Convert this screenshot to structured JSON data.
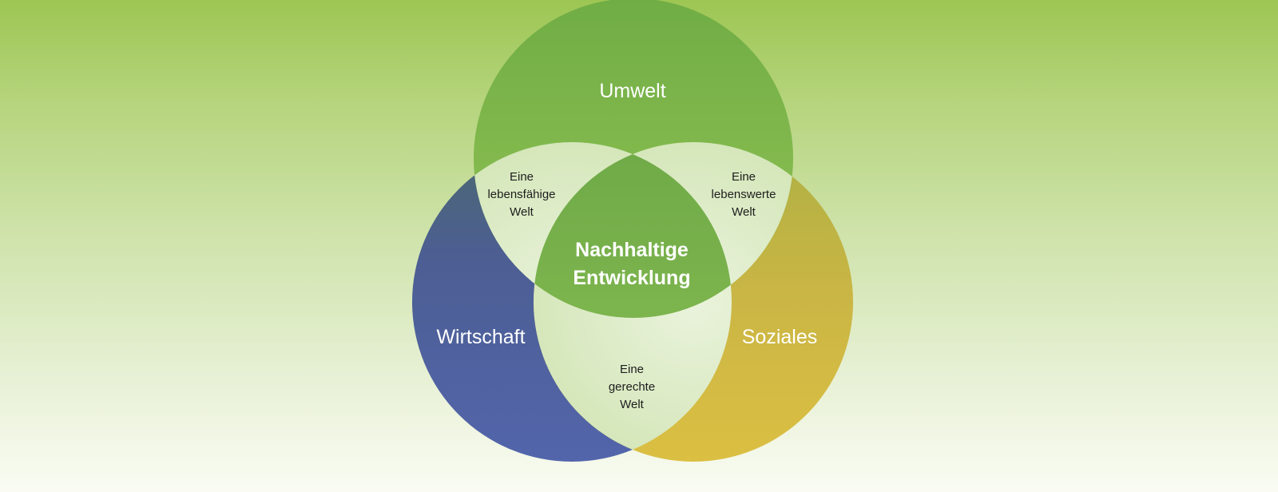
{
  "colors": {
    "umwelt": "#82b84a",
    "wirtschaft": "#4f5da8",
    "soziales": "#d8bd45",
    "overlap_pair": "#d6e8ba",
    "center": "#7ab650"
  },
  "circles": {
    "umwelt": "Umwelt",
    "wirtschaft": "Wirtschaft",
    "soziales": "Soziales"
  },
  "center": {
    "line1": "Nachhaltige",
    "line2": "Entwicklung"
  },
  "overlaps": {
    "umwelt_wirtschaft": [
      "Eine",
      "lebensfähige",
      "Welt"
    ],
    "umwelt_soziales": [
      "Eine",
      "lebenswerte",
      "Welt"
    ],
    "wirtschaft_soziales": [
      "Eine",
      "gerechte",
      "Welt"
    ]
  }
}
